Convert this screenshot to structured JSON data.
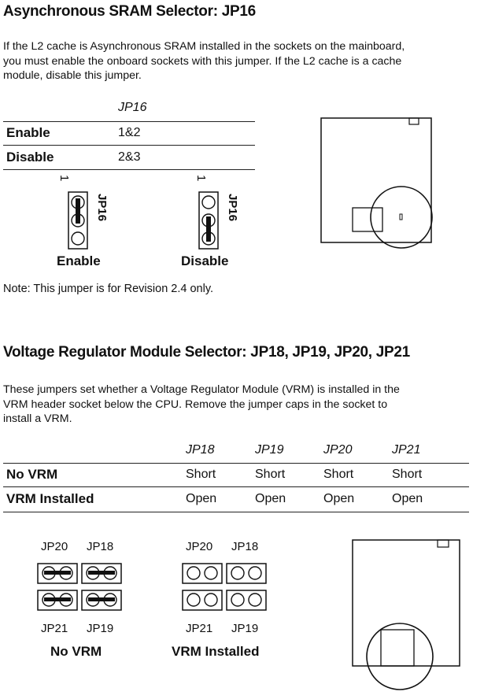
{
  "sram": {
    "heading": "Asynchronous SRAM Selector: JP16",
    "para": [
      "If the L2 cache is Asynchronous SRAM installed in the sockets on the mainboard,",
      "you must enable the onboard sockets with this jumper. If the L2 cache is a cache",
      "module, disable this jumper."
    ],
    "table": {
      "col_header": "JP16",
      "rows": [
        {
          "label": "Enable",
          "value": "1&2"
        },
        {
          "label": "Disable",
          "value": "2&3"
        }
      ]
    },
    "diagram": {
      "pin1": "1",
      "jumper_label": "JP16",
      "enable_caption": "Enable",
      "disable_caption": "Disable"
    },
    "note": "Note: This jumper is for Revision 2.4 only."
  },
  "vrm": {
    "heading": "Voltage Regulator Module Selector: JP18, JP19, JP20, JP21",
    "para": [
      "These jumpers set whether a Voltage Regulator Module (VRM) is installed in the",
      "VRM header socket below the CPU. Remove the jumper caps in the socket to",
      "install a VRM."
    ],
    "table": {
      "col_headers": [
        "JP18",
        "JP19",
        "JP20",
        "JP21"
      ],
      "rows": [
        {
          "label": "No VRM",
          "values": [
            "Short",
            "Short",
            "Short",
            "Short"
          ]
        },
        {
          "label": "VRM Installed",
          "values": [
            "Open",
            "Open",
            "Open",
            "Open"
          ]
        }
      ]
    },
    "diagram": {
      "top_labels": [
        "JP20",
        "JP18"
      ],
      "bottom_labels": [
        "JP21",
        "JP19"
      ],
      "no_vrm_caption": "No VRM",
      "installed_caption": "VRM Installed"
    }
  }
}
